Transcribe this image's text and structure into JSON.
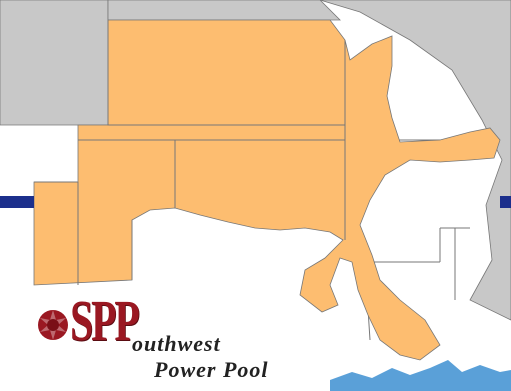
{
  "map": {
    "colors": {
      "region_fill": "#fdbd70",
      "neighbor_fill": "#c8c8c8",
      "background": "#ffffff",
      "water": "#5aa0d8",
      "border": "#777777",
      "header_bar": "#1c2f8c"
    },
    "logo": {
      "abbreviation": "SPP",
      "line1": "outhwest",
      "line2": "Power Pool",
      "colors": {
        "abbreviation": "#9a1822",
        "text": "#222222"
      }
    }
  }
}
